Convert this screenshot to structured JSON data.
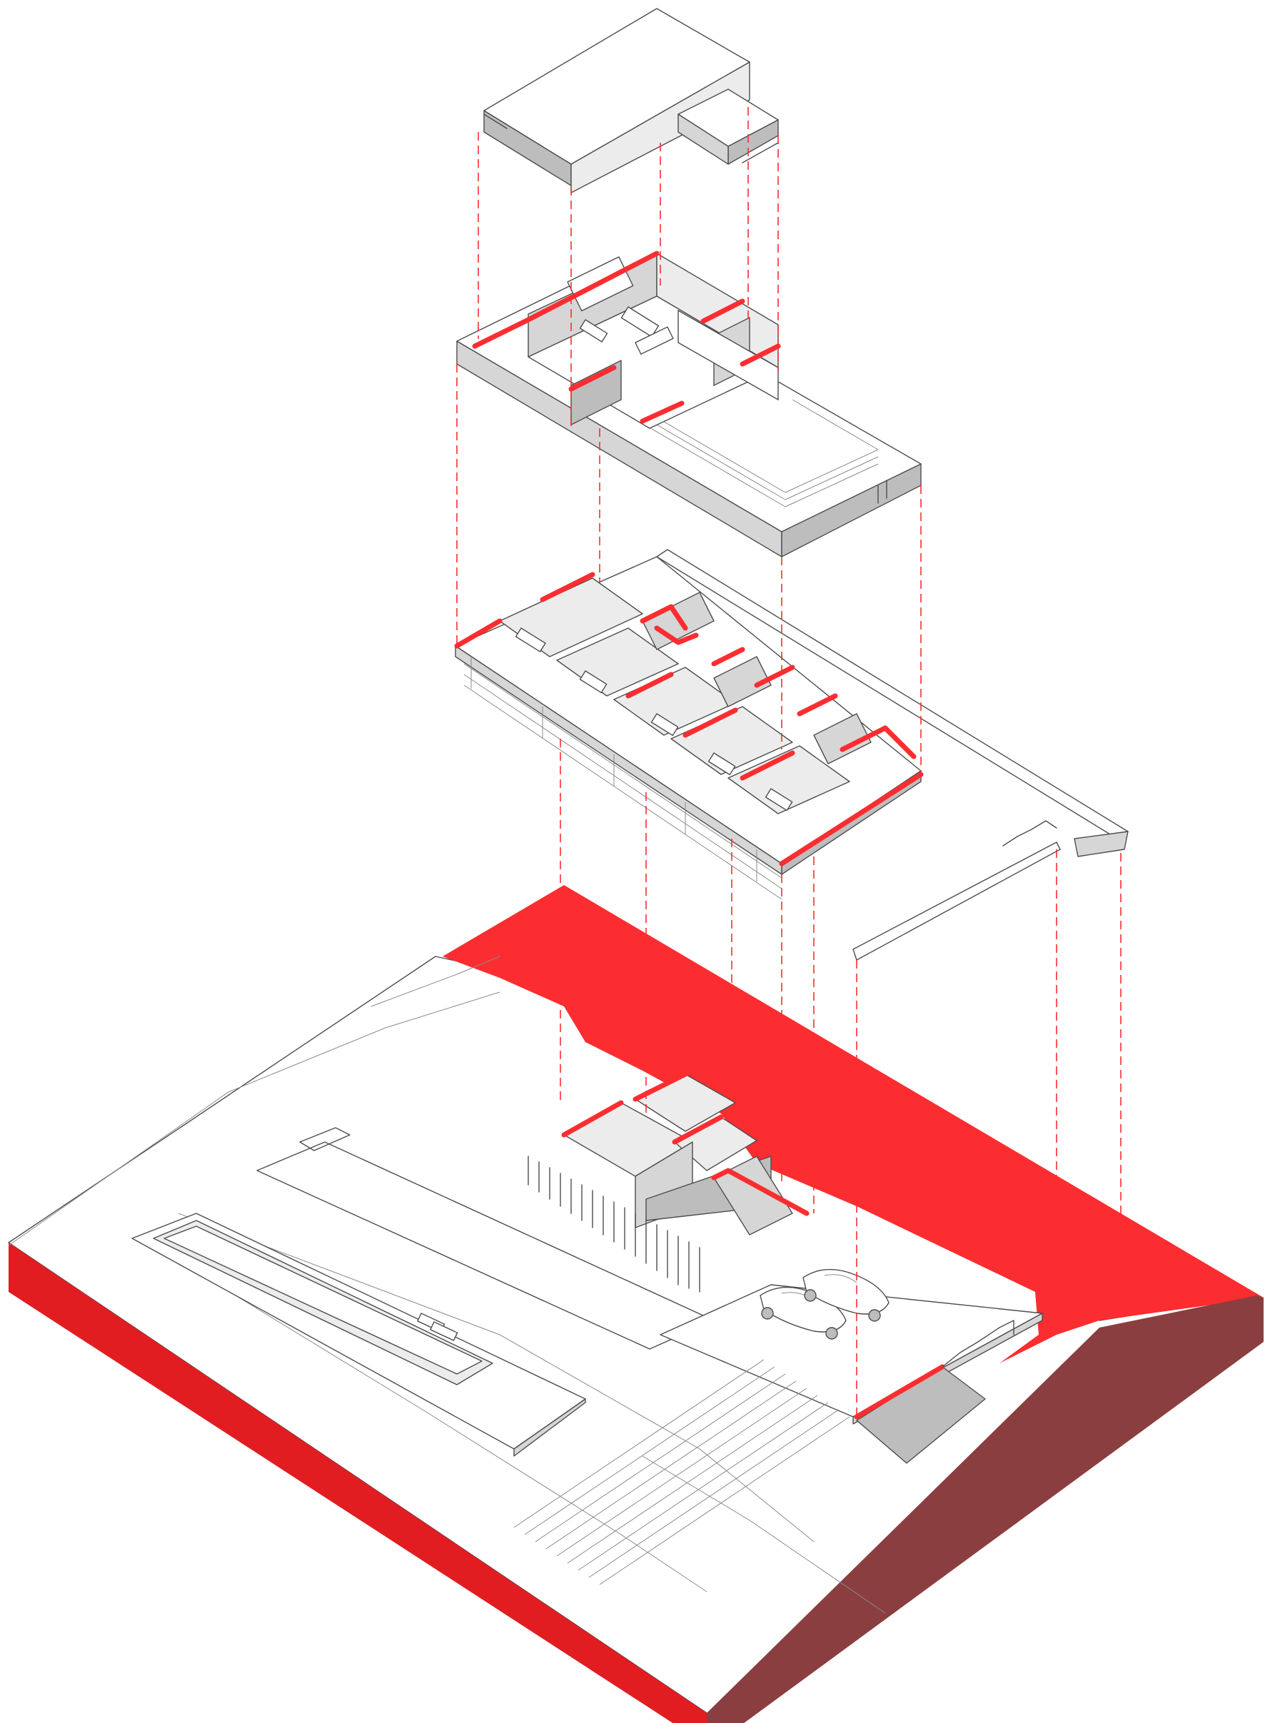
{
  "colors": {
    "accent_red": "#fb2d30",
    "section_red": "#e11d22",
    "site_side_brown": "#8b3e3f",
    "line_gray": "#4d4d4d",
    "wall_gray": "#d6d6d6",
    "background": "#ffffff"
  },
  "layers": [
    {
      "id": "roof"
    },
    {
      "id": "upper-floor"
    },
    {
      "id": "ground-floor"
    },
    {
      "id": "site"
    }
  ]
}
